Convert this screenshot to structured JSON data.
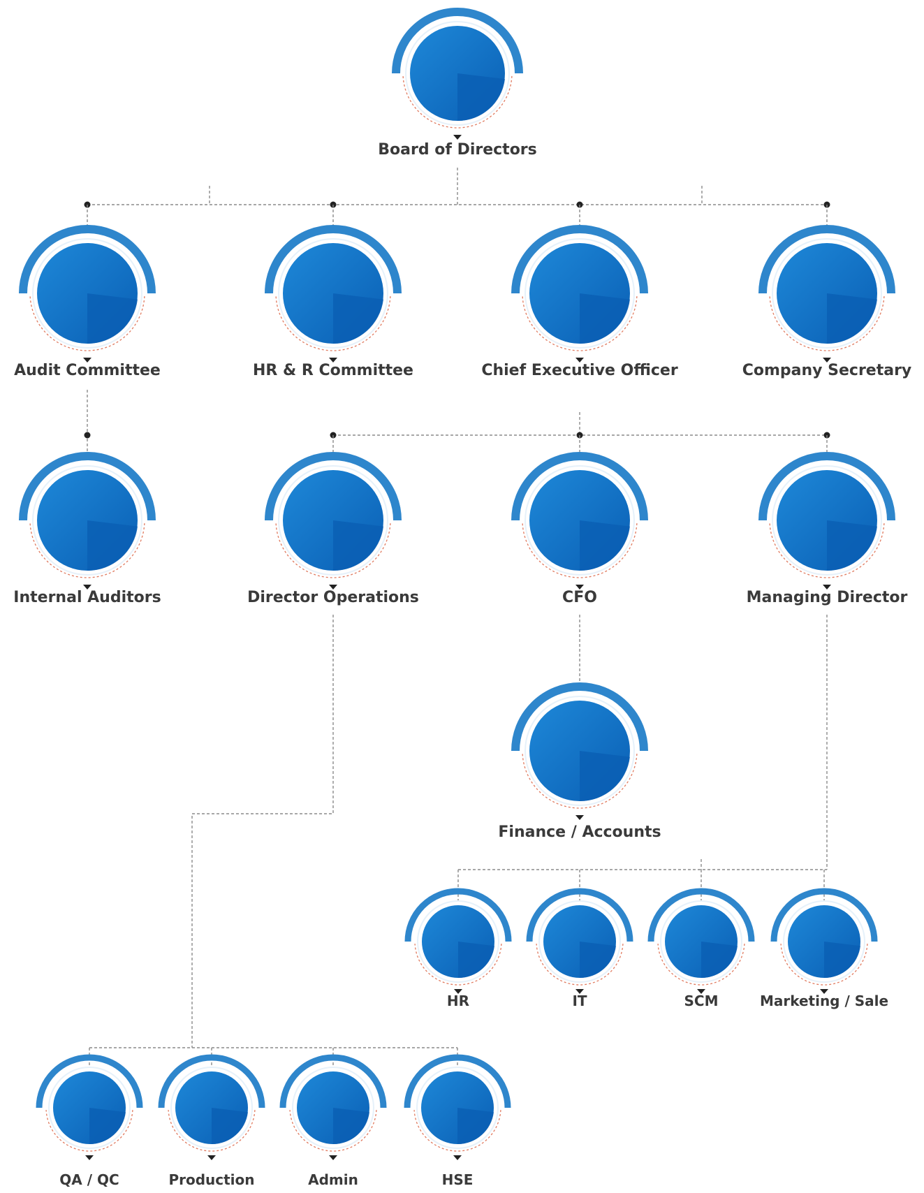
{
  "chart": {
    "colors": {
      "ring": "#2e86cc",
      "disc_light": "#1e88d8",
      "disc_dark": "#0a5fb4",
      "dashed_ring": "#e07a5f",
      "connector": "#8a8a8a",
      "dot": "#222222",
      "label": "#3a3a3a"
    },
    "nodes": [
      {
        "id": "board",
        "label": "Board of Directors"
      },
      {
        "id": "audit",
        "label": "Audit Committee"
      },
      {
        "id": "hrr",
        "label": "HR & R Committee"
      },
      {
        "id": "ceo",
        "label": "Chief Executive Officer"
      },
      {
        "id": "secretary",
        "label": "Company Secretary"
      },
      {
        "id": "internal",
        "label": "Internal Auditors"
      },
      {
        "id": "dirops",
        "label": "Director Operations"
      },
      {
        "id": "cfo",
        "label": "CFO"
      },
      {
        "id": "md",
        "label": "Managing Director"
      },
      {
        "id": "finance",
        "label": "Finance / Accounts"
      },
      {
        "id": "hr",
        "label": "HR"
      },
      {
        "id": "it",
        "label": "IT"
      },
      {
        "id": "scm",
        "label": "SCM"
      },
      {
        "id": "marketing",
        "label": "Marketing / Sale"
      },
      {
        "id": "qaqc",
        "label": "QA / QC"
      },
      {
        "id": "production",
        "label": "Production"
      },
      {
        "id": "admin",
        "label": "Admin"
      },
      {
        "id": "hse",
        "label": "HSE"
      }
    ],
    "edges": [
      [
        "board",
        "audit"
      ],
      [
        "board",
        "hrr"
      ],
      [
        "board",
        "ceo"
      ],
      [
        "board",
        "secretary"
      ],
      [
        "audit",
        "internal"
      ],
      [
        "ceo",
        "dirops"
      ],
      [
        "ceo",
        "cfo"
      ],
      [
        "ceo",
        "md"
      ],
      [
        "cfo",
        "finance"
      ],
      [
        "md",
        "hr"
      ],
      [
        "md",
        "it"
      ],
      [
        "md",
        "scm"
      ],
      [
        "md",
        "marketing"
      ],
      [
        "dirops",
        "qaqc"
      ],
      [
        "dirops",
        "production"
      ],
      [
        "dirops",
        "admin"
      ],
      [
        "dirops",
        "hse"
      ]
    ]
  }
}
